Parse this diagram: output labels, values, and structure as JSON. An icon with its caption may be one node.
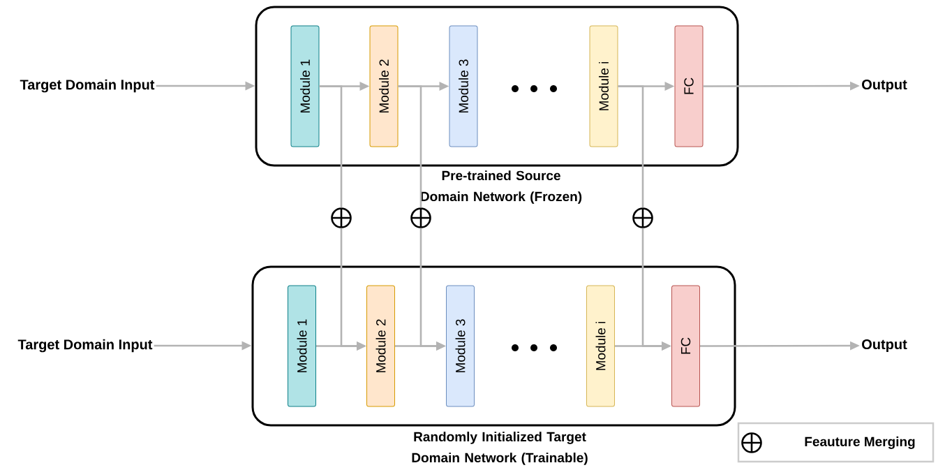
{
  "diagram": {
    "nodes": [
      {
        "text": [
          "Pre-trained Source Domain Network (Frozen)"
        ]
      },
      {
        "text": [
          "Module 1"
        ],
        "in": 0
      },
      {
        "text": [
          "Module 2"
        ],
        "in": 0
      },
      {
        "text": [
          "Module 3"
        ],
        "in": 0
      },
      {
        "text": [
          "Module i"
        ],
        "in": 0
      },
      {
        "text": [
          "FC"
        ],
        "in": 0
      },
      {
        "text": [
          "Target Domain Input"
        ]
      },
      {
        "text": [
          "Output"
        ]
      },
      {
        "text": [
          "Randomly Initialized Target Domain Network (Trainable)"
        ]
      },
      {
        "text": [
          "Module 1"
        ],
        "in": 8
      },
      {
        "text": [
          "Module 2"
        ],
        "in": 8
      },
      {
        "text": [
          "Module 3"
        ],
        "in": 8
      },
      {
        "text": [
          "Module i"
        ],
        "in": 8
      },
      {
        "text": [
          "FC"
        ],
        "in": 8
      },
      {
        "text": [
          "Target Domain Input"
        ]
      },
      {
        "text": [
          "Output"
        ]
      },
      {
        "text": [],
        "shape": "circle"
      },
      {
        "text": [],
        "shape": "circle"
      },
      {
        "text": [],
        "shape": "circle"
      }
    ],
    "edges": [
      {
        "from": 6,
        "to": 0,
        "arrow": "to"
      },
      {
        "from": 1,
        "to": 2,
        "arrow": "to"
      },
      {
        "from": 2,
        "to": 3,
        "arrow": "to"
      },
      {
        "from": 4,
        "to": 5,
        "arrow": "to"
      },
      {
        "from": 5,
        "to": 7,
        "arrow": "to"
      },
      {
        "from": 14,
        "to": 8,
        "arrow": "to"
      },
      {
        "from": 9,
        "to": 10,
        "arrow": "to"
      },
      {
        "from": 10,
        "to": 11,
        "arrow": "to"
      },
      {
        "from": 12,
        "to": 13,
        "arrow": "to"
      },
      {
        "from": 13,
        "to": 15,
        "arrow": "to"
      },
      {
        "from": 1,
        "to": 16,
        "arrow": "none"
      },
      {
        "from": 16,
        "to": 10,
        "arrow": "to"
      },
      {
        "from": 2,
        "to": 17,
        "arrow": "none"
      },
      {
        "from": 17,
        "to": 11,
        "arrow": "to"
      },
      {
        "from": 4,
        "to": 18,
        "arrow": "none"
      },
      {
        "from": 18,
        "to": 13,
        "arrow": "to"
      }
    ],
    "legend": [
      {
        "text": "Feauture Merging"
      }
    ]
  }
}
